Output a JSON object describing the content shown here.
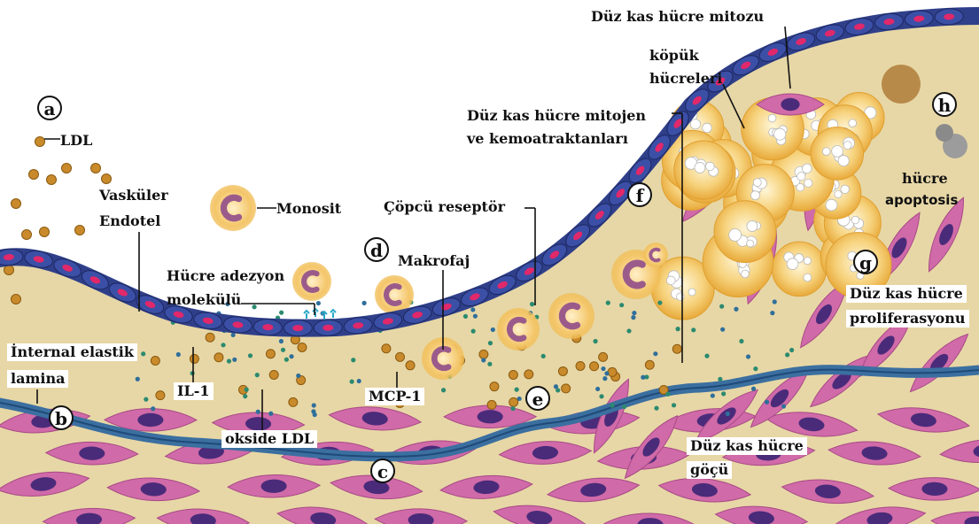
{
  "colors": {
    "tissue": "#e7d7a6",
    "endothelium": "#2f3f8a",
    "endothelium_nucleus": "#e0286a",
    "elastic_lamina": "#3b6fa0",
    "smooth_muscle": "#d06aa8",
    "smooth_muscle_nucleus": "#4a2b7a",
    "ldl": "#c98a2b",
    "monocyte": "#f2c66d",
    "foam_cell": "#f0c34a",
    "chemokine_dot": "#2b8a6f"
  },
  "letters": {
    "a": "a",
    "b": "b",
    "c": "c",
    "d": "d",
    "e": "e",
    "f": "f",
    "g": "g",
    "h": "h"
  },
  "labels": {
    "ldl": "LDL",
    "vasculer_endotel_line1": "Vasküler",
    "vasculer_endotel_line2": "Endotel",
    "monosit": "Monosit",
    "hucre_adezyon_line1": "Hücre adezyon",
    "hucre_adezyon_line2": "molekülü",
    "internal_elastik_line1": "İnternal elastik",
    "internal_elastik_line2": "lamina",
    "il1": "IL-1",
    "okside_ldl": "okside LDL",
    "mcp1": "MCP-1",
    "makrofaj": "Makrofaj",
    "copcu_reseptor": "Çöpcü reseptör",
    "mitojen_line1": "Düz kas hücre mitojen",
    "mitojen_line2": "ve kemoatraktanları",
    "kopuk_line1": "köpük",
    "kopuk_line2": "hücreleri",
    "mitozu": "Düz kas hücre mitozu",
    "hucre": "hücre",
    "apoptosis": "apoptosis",
    "proliferasyon_line1": "Düz kas hücre",
    "proliferasyon_line2": "proliferasyonu",
    "gocu_line1": "Düz kas hücre",
    "gocu_line2": "göçü"
  }
}
